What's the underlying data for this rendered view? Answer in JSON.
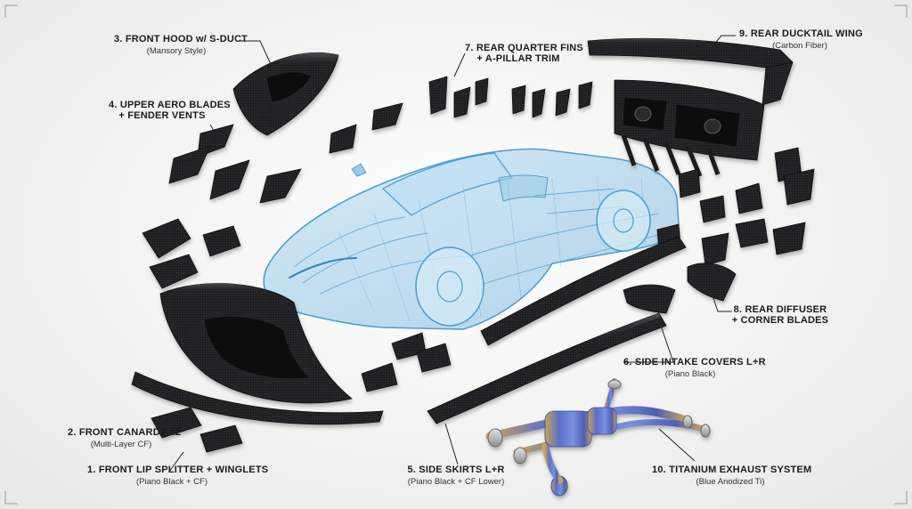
{
  "callouts": {
    "front_lip": {
      "title": "1. FRONT LIP SPLITTER + WINGLETS",
      "sub": "(Piano Black + CF)"
    },
    "front_canards": {
      "title": "2. FRONT CANARDS x2",
      "sub": "(Multi-Layer CF)"
    },
    "front_hood": {
      "title": "3. FRONT HOOD w/ S-DUCT",
      "sub": "(Mansory Style)"
    },
    "upper_aero": {
      "title": "4. UPPER AERO BLADES",
      "sub": "+ FENDER VENTS"
    },
    "side_skirts": {
      "title": "5. SIDE SKIRTS L+R",
      "sub": "(Piano Black + CF Lower)"
    },
    "side_intake": {
      "title": "6. SIDE INTAKE COVERS L+R",
      "sub": "(Piano Black)"
    },
    "rear_quarter": {
      "title": "7. REAR QUARTER FINS",
      "sub": "+ A-PILLAR TRIM"
    },
    "rear_diffuser": {
      "title": "8. REAR DIFFUSER",
      "sub": "+ CORNER BLADES"
    },
    "rear_wing": {
      "title": "9. REAR DUCKTAIL WING",
      "sub": "(Carbon Fiber)"
    },
    "exhaust": {
      "title": "10. TITANIUM EXHAUST SYSTEM",
      "sub": "(Blue Anodized Ti)"
    }
  },
  "colors": {
    "carbon": "#1c1c1e",
    "carbon_highlight": "#55575b",
    "wireframe": "#5aa9d6",
    "wireframe_fill": "#a9d3ec",
    "titanium_blue": "#5b6fc8",
    "titanium_gold": "#c9a45a",
    "leader": "#222222"
  }
}
